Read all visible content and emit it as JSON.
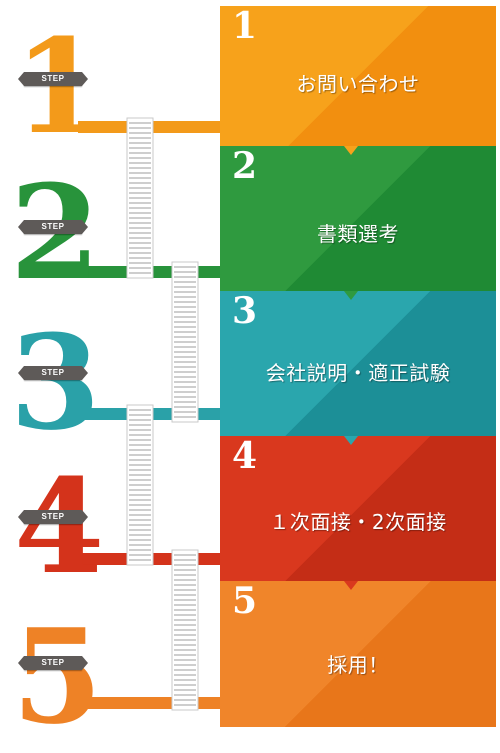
{
  "step_badge_text": "STEP",
  "steps": [
    {
      "number": "1",
      "label": "お問い合わせ",
      "color": "#f7a21b",
      "accent": "#f28f0f"
    },
    {
      "number": "2",
      "label": "書類選考",
      "color": "#2f9a3f",
      "accent": "#1f8a34"
    },
    {
      "number": "3",
      "label": "会社説明・適正試験",
      "color": "#2aa6ad",
      "accent": "#1c8f97"
    },
    {
      "number": "4",
      "label": "１次面接・2次面接",
      "color": "#d9381e",
      "accent": "#c42d16"
    },
    {
      "number": "5",
      "label": "採用！",
      "color": "#f0852a",
      "accent": "#e8761a"
    }
  ]
}
